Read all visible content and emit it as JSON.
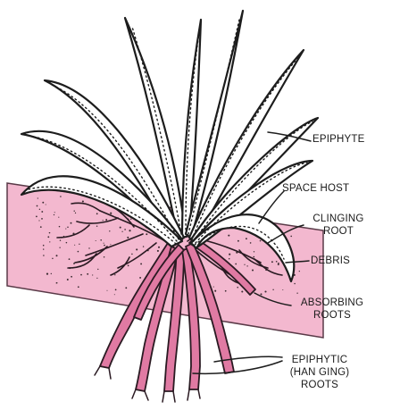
{
  "labels": {
    "epiphyte": "EPIPHYTE",
    "space_host": "SPACE HOST",
    "clinging_root": [
      "CLINGING",
      "ROOT"
    ],
    "debris": "DEBRIS",
    "absorbing_roots": [
      "ABSORBING",
      "ROOTS"
    ],
    "hanging_roots": [
      "EPIPHYTIC",
      "(HAN GING)",
      "ROOTS"
    ]
  },
  "colors": {
    "host_band": "#f3b8cf",
    "roots": "#e07aa3",
    "root_stroke": "#2a1a22",
    "leaf_fill": "#ffffff",
    "outline": "#1d1d1d"
  }
}
